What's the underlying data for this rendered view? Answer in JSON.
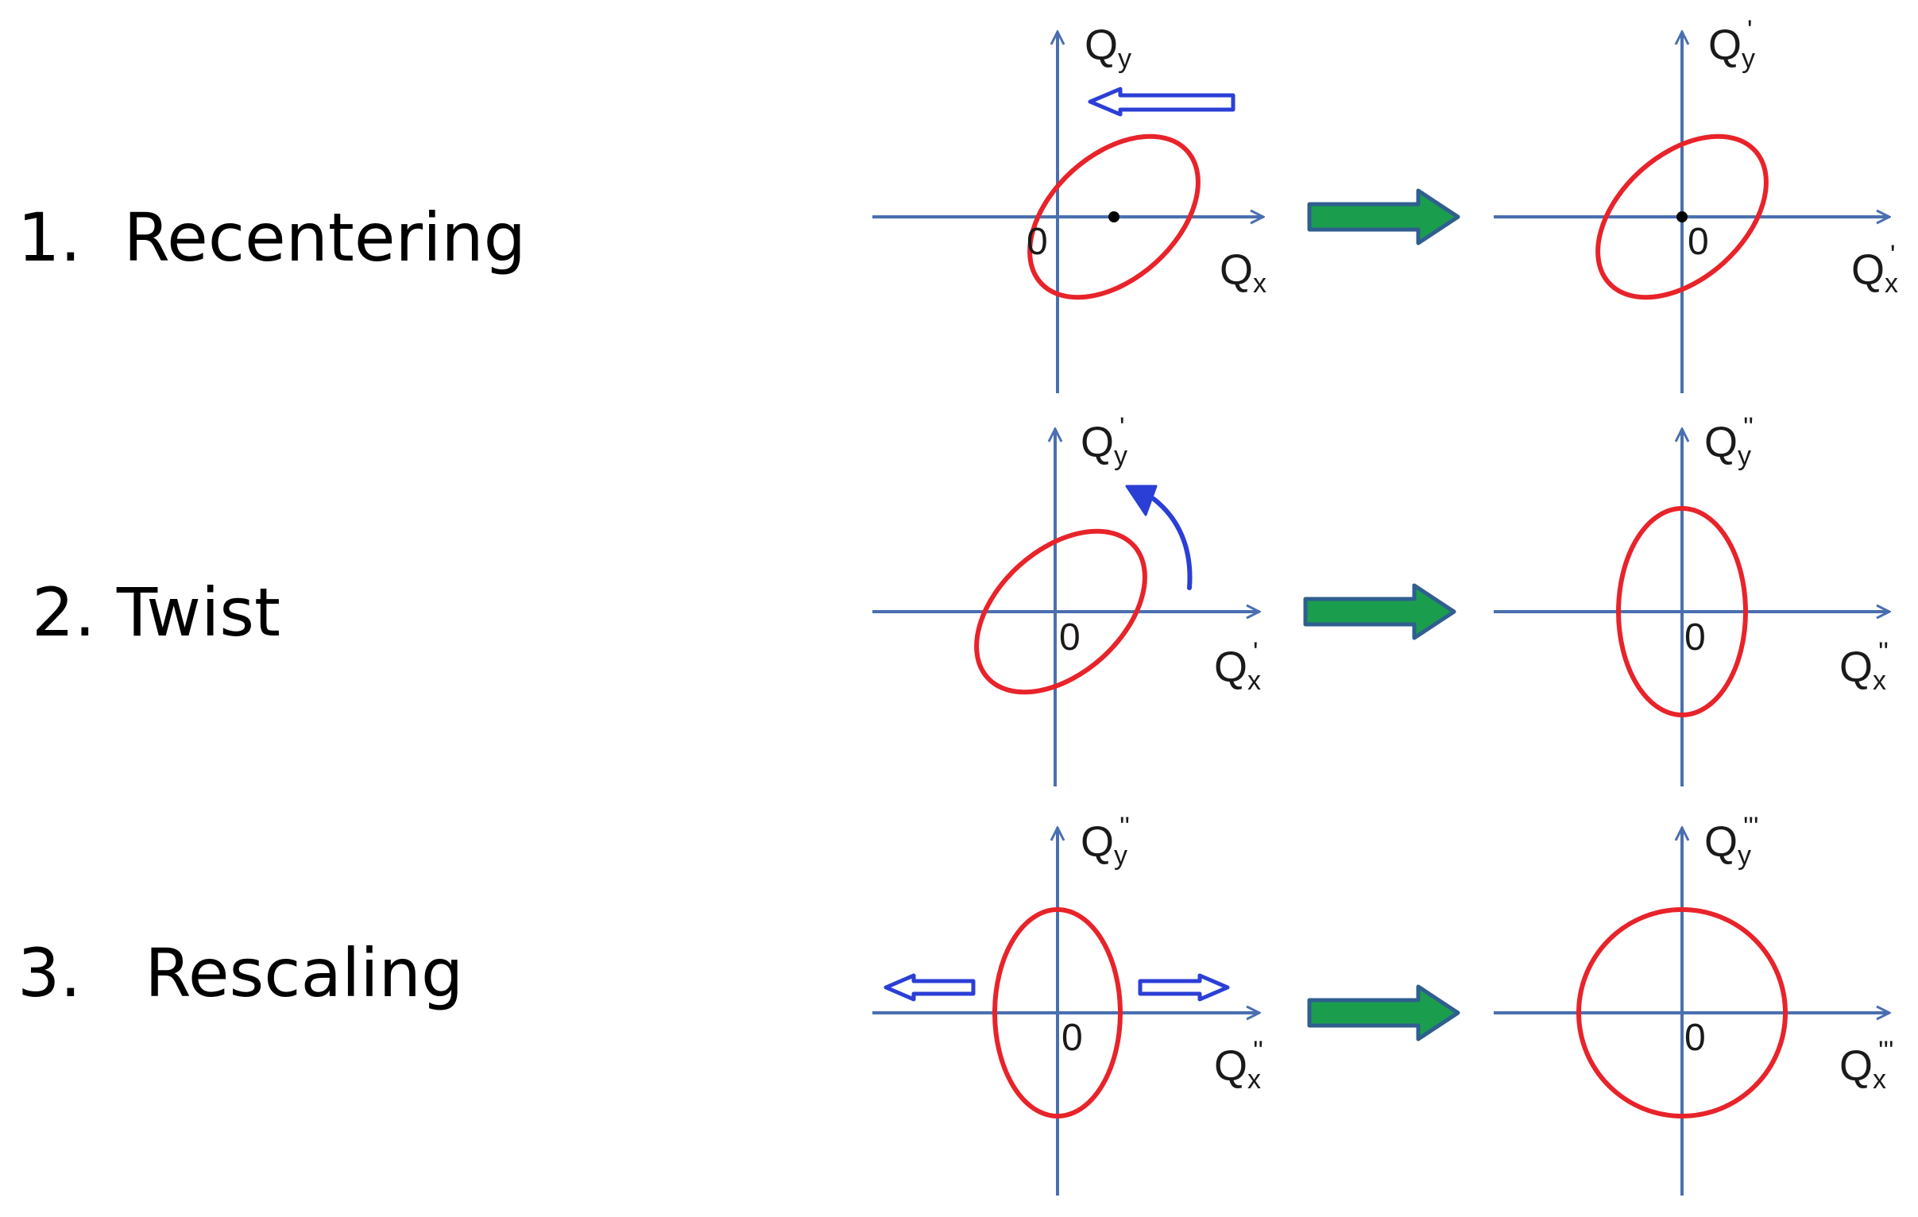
{
  "steps": [
    {
      "label": "1.  Recentering",
      "before": {
        "x_axis": "Q",
        "x_sub": "x",
        "x_prime": "",
        "y_axis": "Q",
        "y_sub": "y",
        "y_prime": "",
        "origin": "0"
      },
      "after": {
        "x_axis": "Q",
        "x_sub": "x",
        "x_prime": "'",
        "y_axis": "Q",
        "y_sub": "y",
        "y_prime": "'",
        "origin": "0"
      }
    },
    {
      "label": "2. Twist",
      "before": {
        "x_axis": "Q",
        "x_sub": "x",
        "x_prime": "'",
        "y_axis": "Q",
        "y_sub": "y",
        "y_prime": "'",
        "origin": "0"
      },
      "after": {
        "x_axis": "Q",
        "x_sub": "x",
        "x_prime": "''",
        "y_axis": "Q",
        "y_sub": "y",
        "y_prime": "''",
        "origin": "0"
      }
    },
    {
      "label": "3.   Rescaling",
      "before": {
        "x_axis": "Q",
        "x_sub": "x",
        "x_prime": "''",
        "y_axis": "Q",
        "y_sub": "y",
        "y_prime": "''",
        "origin": "0"
      },
      "after": {
        "x_axis": "Q",
        "x_sub": "x",
        "x_prime": "'''",
        "y_axis": "Q",
        "y_sub": "y",
        "y_prime": "'''",
        "origin": "0"
      }
    }
  ],
  "colors": {
    "axis": "#4a6fb0",
    "ellipse": "#e8232a",
    "hint_arrow": "#2b3fd6",
    "flow_arrow_fill": "#1a9e4e",
    "flow_arrow_stroke": "#2f5f8f",
    "text": "#000000"
  }
}
